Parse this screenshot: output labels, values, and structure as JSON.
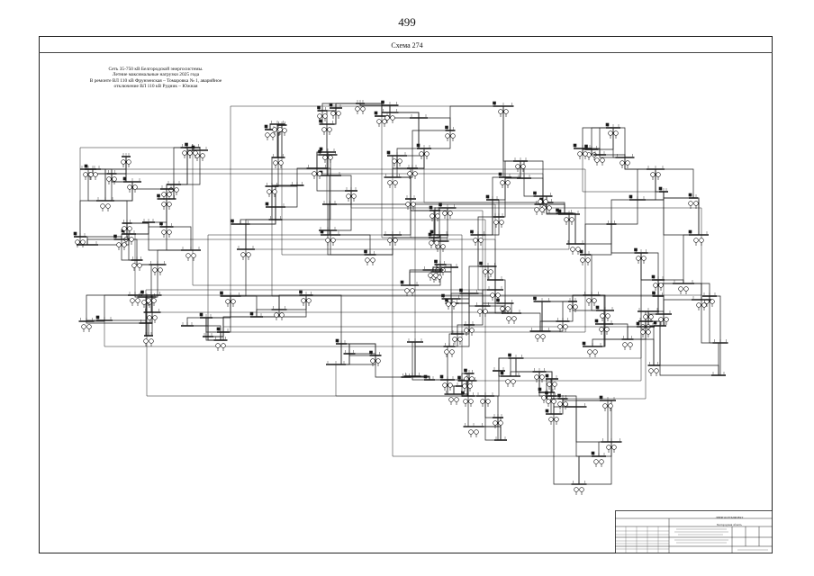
{
  "page": {
    "number": "499"
  },
  "scheme": {
    "title": "Схема 274",
    "caption": [
      "Сеть 35-750 кВ Белгородской энергосистемы.",
      "Летние максимальные нагрузки 2025 года",
      "В ремонте ВЛ 110 кВ Фрунзенская – Томаровка № 1, аварийное",
      "отключение ВЛ 110 кВ Рудник – Южная"
    ]
  },
  "stamp": {
    "organization": "ЭНЕРГОСЕТЬПРОЕКТ",
    "region": "Белгородская область"
  },
  "colors": {
    "ink": "#1a1a1a",
    "frame": "#222222",
    "paper": "#ffffff"
  }
}
